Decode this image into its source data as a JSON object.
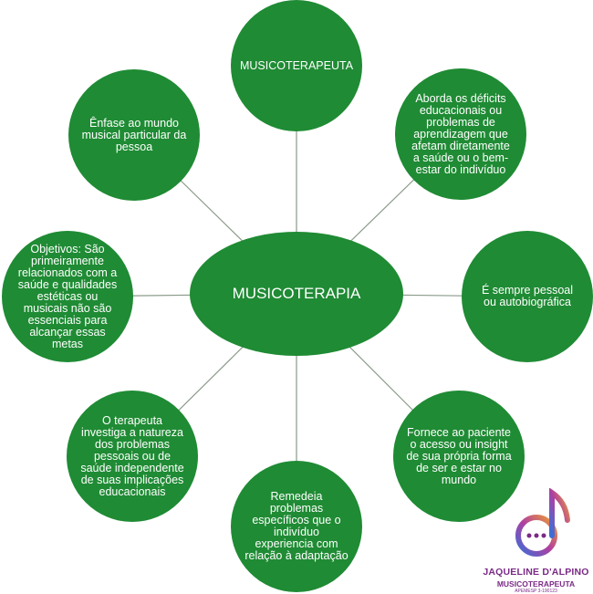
{
  "center": {
    "label": "MUSICOTERAPIA"
  },
  "nodes": [
    {
      "id": "top",
      "text": "MUSICOTERAPEUTA"
    },
    {
      "id": "top-right",
      "text": "Aborda os déficits educacionais ou problemas de aprendizagem que afetam diretamente a saúde ou o bem-estar do indivíduo"
    },
    {
      "id": "right",
      "text": "É sempre pessoal ou autobiográfica"
    },
    {
      "id": "bottom-right",
      "text": "Fornece ao paciente o acesso ou insight de sua própria forma de ser e estar no mundo"
    },
    {
      "id": "bottom",
      "text": "Remedeia problemas específicos que o indivíduo experiencia com relação à adaptação"
    },
    {
      "id": "bottom-left",
      "text": "O terapeuta investiga a natureza dos problemas pessoais ou de saúde independente de suas implicações educacionais"
    },
    {
      "id": "left",
      "text": "Objetivos: São primeiramente relacionados com a saúde e qualidades estéticas ou musicais não são essenciais para alcançar essas metas"
    },
    {
      "id": "top-left",
      "text": "Ênfase ao mundo musical particular da pessoa"
    }
  ],
  "logo": {
    "name": "JAQUELINE D'ALPINO",
    "title": "MUSICOTERAPEUTA",
    "registration": "APEMESP 3-190123"
  },
  "colors": {
    "node": "#1f8b34",
    "connector": "#8a9a8a"
  }
}
